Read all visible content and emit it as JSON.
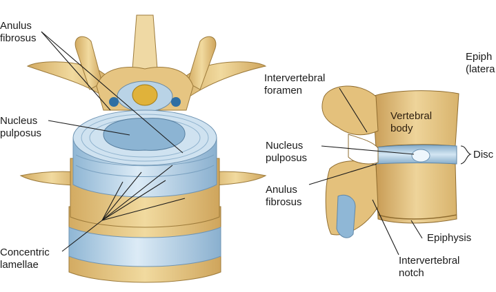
{
  "labels": {
    "anulus_left_1": "Anulus",
    "anulus_left_2": "fibrosus",
    "nucleus_left_1": "Nucleus",
    "nucleus_left_2": "pulposus",
    "concentric_1": "Concentric",
    "concentric_2": "lamellae",
    "epiph_1": "Epiph",
    "epiph_2": "(latera",
    "iv_foramen_1": "Intervertebral",
    "iv_foramen_2": "foramen",
    "vertebral_body_1": "Vertebral",
    "vertebral_body_2": "body",
    "disc": "Disc",
    "nucleus_right_1": "Nucleus",
    "nucleus_right_2": "pulposus",
    "anulus_right_1": "Anulus",
    "anulus_right_2": "fibrosus",
    "epiphysis": "Epiphysis",
    "iv_notch_1": "Intervertebral",
    "iv_notch_2": "notch"
  },
  "colors": {
    "bone": "#e9cd8e",
    "bone_dark": "#c9a25c",
    "disc": "#a9cbe3",
    "disc_light": "#d6e8f4",
    "nucleus": "#8fb7d6",
    "spinal_cord": "#e0b23a"
  }
}
